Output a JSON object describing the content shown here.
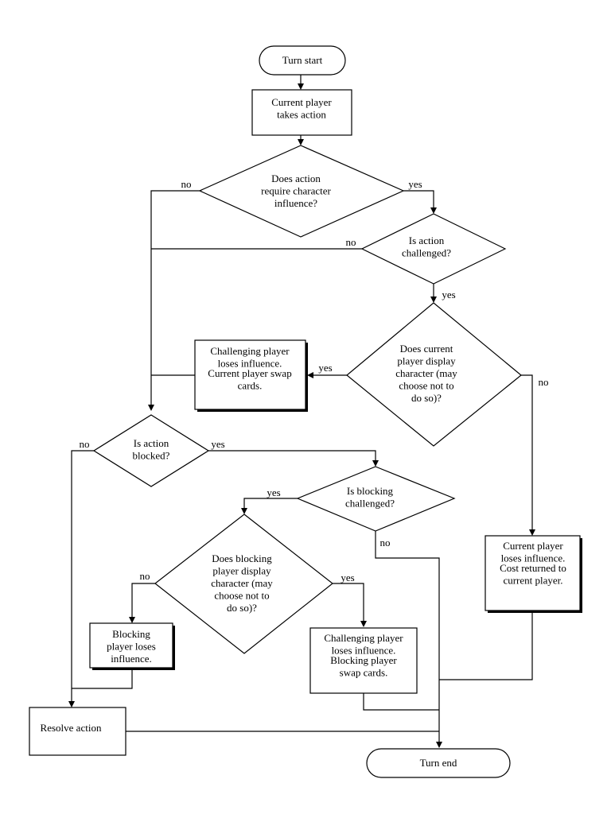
{
  "terminals": {
    "start": "Turn start",
    "end": "Turn end"
  },
  "processes": {
    "take_action": [
      "Current player",
      "takes  action"
    ],
    "challenger_loses": [
      "Challenging player",
      "loses influence.",
      "",
      "Current player swap",
      "cards."
    ],
    "current_loses": [
      "Current player",
      "loses influence.",
      "",
      "Cost returned to",
      "current player."
    ],
    "blocker_loses": [
      "Blocking",
      "player loses",
      "influence."
    ],
    "block_challenger_loses": [
      "Challenging player",
      "loses influence.",
      "",
      "Blocking player",
      "swap cards."
    ],
    "resolve": [
      "Resolve action"
    ]
  },
  "decisions": {
    "require_influence": [
      "Does action",
      "require character",
      "influence?"
    ],
    "challenged": [
      "Is action",
      "challenged?"
    ],
    "display_character": [
      "Does current",
      "player display",
      "character (may",
      "choose not to",
      "do so)?"
    ],
    "blocked": [
      "Is action",
      "blocked?"
    ],
    "block_challenged": [
      "Is blocking",
      "challenged?"
    ],
    "blocker_display": [
      "Does blocking",
      "player display",
      "character (may",
      "choose not to",
      "do so)?"
    ]
  },
  "edge_labels": {
    "require_no": "no",
    "require_yes": "yes",
    "challenged_no": "no",
    "challenged_yes": "yes",
    "display_yes": "yes",
    "display_no": "no",
    "blocked_no": "no",
    "blocked_yes": "yes",
    "block_challenged_yes": "yes",
    "block_challenged_no": "no",
    "blocker_display_no": "no",
    "blocker_display_yes": "yes"
  }
}
